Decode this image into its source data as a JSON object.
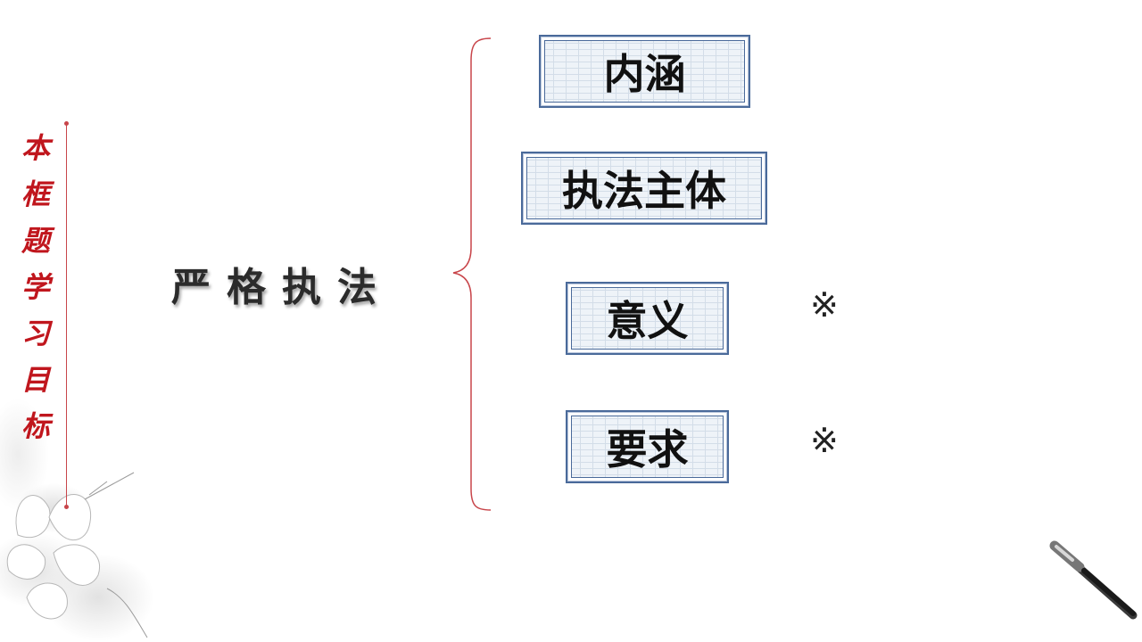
{
  "side_title": [
    "本",
    "框",
    "题",
    "学",
    "习",
    "目",
    "标"
  ],
  "topic": "严格执法",
  "boxes": [
    "内涵",
    "执法主体",
    "意义",
    "要求"
  ],
  "marks": [
    "※",
    "※"
  ],
  "colors": {
    "accent_red": "#c0161d",
    "rule_red": "#c8454a",
    "box_border": "#4a6a9a"
  },
  "decorations": [
    "lotus-flower-wash",
    "ink-brush"
  ]
}
